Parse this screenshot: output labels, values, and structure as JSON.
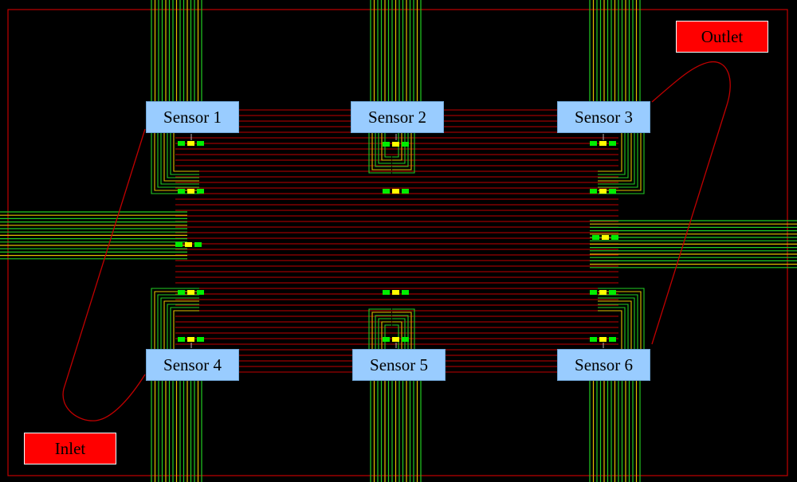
{
  "sensors": [
    "Sensor 1",
    "Sensor 2",
    "Sensor 3",
    "Sensor 4",
    "Sensor 5",
    "Sensor 6"
  ],
  "ports": {
    "inlet": "Inlet",
    "outlet": "Outlet"
  },
  "colors": {
    "background": "#000000",
    "frame": "#c00000",
    "channel": "#c00000",
    "trace_green": "#22cc22",
    "trace_yellow": "#e0c000",
    "pad_yellow": "#ffff00",
    "pad_green": "#00ee00",
    "sensor_label": "#99ccff",
    "port_label": "#ff0000"
  }
}
